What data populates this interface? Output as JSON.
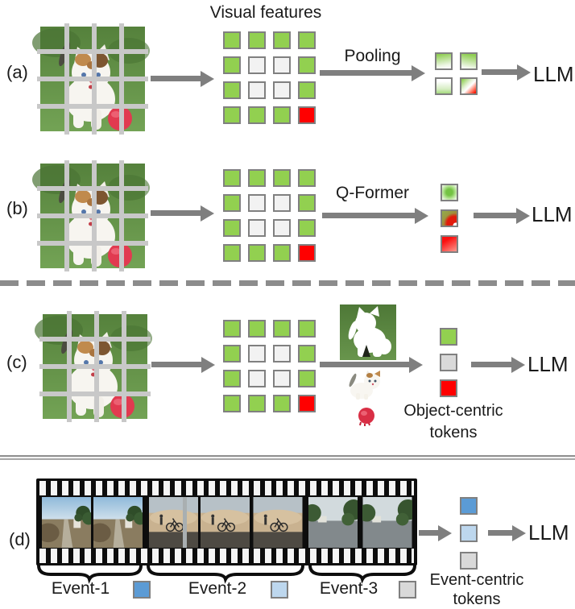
{
  "diagram": {
    "title": "Visual features",
    "llm": "LLM",
    "rows": {
      "a": {
        "label": "(a)",
        "method": "Pooling"
      },
      "b": {
        "label": "(b)",
        "method": "Q-Former"
      },
      "c": {
        "label": "(c)",
        "caption": [
          "Object-centric",
          "tokens"
        ]
      },
      "d": {
        "label": "(d)",
        "caption": [
          "Event-centric",
          "tokens"
        ],
        "events": [
          {
            "label": "Event-1",
            "color": "#5b9bd5"
          },
          {
            "label": "Event-2",
            "color": "#bdd7ee"
          },
          {
            "label": "Event-3",
            "color": "#d9d9d9"
          }
        ]
      }
    },
    "feature_grid": {
      "rows": 4,
      "cols": 4,
      "cells": [
        "green",
        "green",
        "green",
        "green",
        "green",
        "light",
        "light",
        "green",
        "green",
        "light",
        "light",
        "green",
        "green",
        "green",
        "green",
        "red"
      ]
    },
    "pooled_tokens": [
      "green-fade",
      "green-fade2",
      "white-green-fade",
      "green-red-fade"
    ],
    "qformer_tokens": [
      "green-radial",
      "green-red-mix",
      "red-fade"
    ],
    "object_tokens": [
      "green",
      "gray",
      "red"
    ],
    "event_tokens": [
      "blue",
      "lightblue",
      "gray"
    ],
    "colors": {
      "token_green": "#92d050",
      "token_light": "#f2f2f2",
      "token_red": "#ff0000",
      "token_blue": "#5b9bd5",
      "token_lightblue": "#bdd7ee",
      "token_gray": "#d9d9d9",
      "cell_border": "#808080",
      "arrow": "#7f7f7f"
    }
  }
}
